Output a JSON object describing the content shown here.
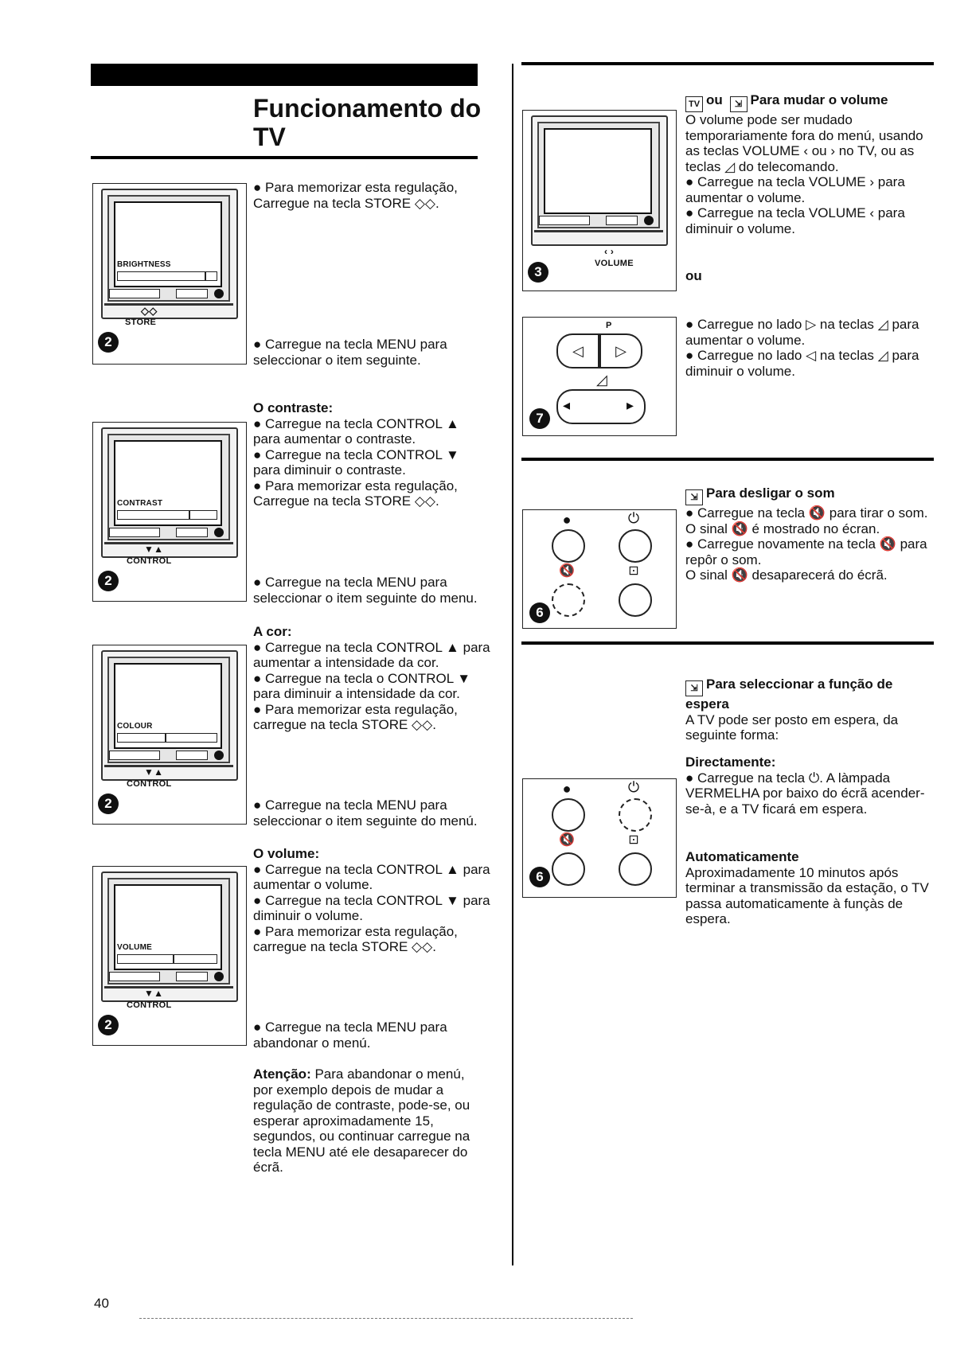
{
  "page": {
    "title": "Funcionamento do TV",
    "number": "40"
  },
  "left": {
    "brightness": {
      "p1": "● Para memorizar esta regulação, Carregue na tecla STORE ◇◇.",
      "p2": "● Carregue na tecla MENU para seleccionar o item seguinte."
    },
    "contrast": {
      "heading": "O contraste:",
      "lines": [
        "● Carregue na tecla CONTROL ▲ para aumentar o contraste.",
        "● Carregue na tecla CONTROL ▼ para diminuir o contraste.",
        "● Para memorizar esta regulação, Carregue na tecla STORE ◇◇."
      ],
      "next": "● Carregue na tecla MENU para seleccionar o item seguinte do menu."
    },
    "colour": {
      "heading": "A cor:",
      "lines": [
        "● Carregue na tecla CONTROL ▲ para aumentar a intensidade da cor.",
        "● Carregue na tecla o CONTROL ▼ para diminuir a intensidade da cor.",
        "● Para memorizar esta regulação, carregue na tecla STORE ◇◇."
      ],
      "next": "● Carregue na tecla MENU para seleccionar o item seguinte do menú."
    },
    "volume": {
      "heading": "O volume:",
      "lines": [
        "● Carregue na tecla CONTROL ▲ para aumentar o volume.",
        "● Carregue na tecla CONTROL ▼ para diminuir o volume.",
        "● Para memorizar esta regulação, carregue na tecla STORE ◇◇."
      ],
      "next": "● Carregue na tecla MENU para abandonar o menú."
    },
    "attention": {
      "label": "Atenção:",
      "text": " Para abandonar o menú, por exemplo depois de mudar a regulação de contraste, pode-se, ou esperar aproximadamente 15, segundos, ou continuar carregue na tecla MENU até ele desaparecer do écrã."
    }
  },
  "figures": {
    "brightness": {
      "osd": "BRIGHTNESS",
      "label": "STORE",
      "num": "2"
    },
    "contrast": {
      "osd": "CONTRAST",
      "label": "CONTROL",
      "num": "2"
    },
    "colour": {
      "osd": "COLOUR",
      "label": "CONTROL",
      "num": "2"
    },
    "volume": {
      "osd": "VOLUME",
      "label": "CONTROL",
      "num": "2"
    },
    "tvvolume": {
      "label": "VOLUME",
      "num": "3"
    },
    "remote7": {
      "num": "7",
      "p_label": "P"
    },
    "remote6a": {
      "num": "6"
    },
    "remote6b": {
      "num": "6"
    }
  },
  "right": {
    "volume_section": {
      "icon1": "TV",
      "or": "ou",
      "heading": "Para mudar o volume",
      "body": "O volume pode ser mudado temporariamente fora do menú, usando as teclas VOLUME ‹ ou › no TV, ou as teclas ◿ do telecomando.",
      "b1": "● Carregue na tecla VOLUME › para aumentar o volume.",
      "b2": "● Carregue na tecla VOLUME ‹ para diminuir o volume.",
      "ou": "ou",
      "b3": "● Carregue no lado ▷ na teclas ◿ para aumentar o volume.",
      "b4": "● Carregue no lado ◁ na teclas ◿ para diminuir o volume."
    },
    "mute_section": {
      "heading": "Para desligar o som",
      "body": [
        "● Carregue na tecla 🔇 para tirar o som.",
        "O sinal 🔇 é mostrado no écran.",
        "● Carregue novamente na tecla 🔇 para repôr o som.",
        "O sinal 🔇 desaparecerá do écrã."
      ]
    },
    "standby_section": {
      "heading": "Para seleccionar a função de espera",
      "intro": "A TV pode ser posto em espera, da seguinte forma:",
      "direct_heading": "Directamente:",
      "direct_body": "● Carregue na tecla ⏻. A làmpada VERMELHA por baixo do écrã acender-se-à, e a TV ficará em espera.",
      "auto_heading": "Automaticamente",
      "auto_body": "Aproximadamente 10 minutos após terminar a transmissão da estação, o TV passa automaticamente à funçàs de espera."
    }
  }
}
